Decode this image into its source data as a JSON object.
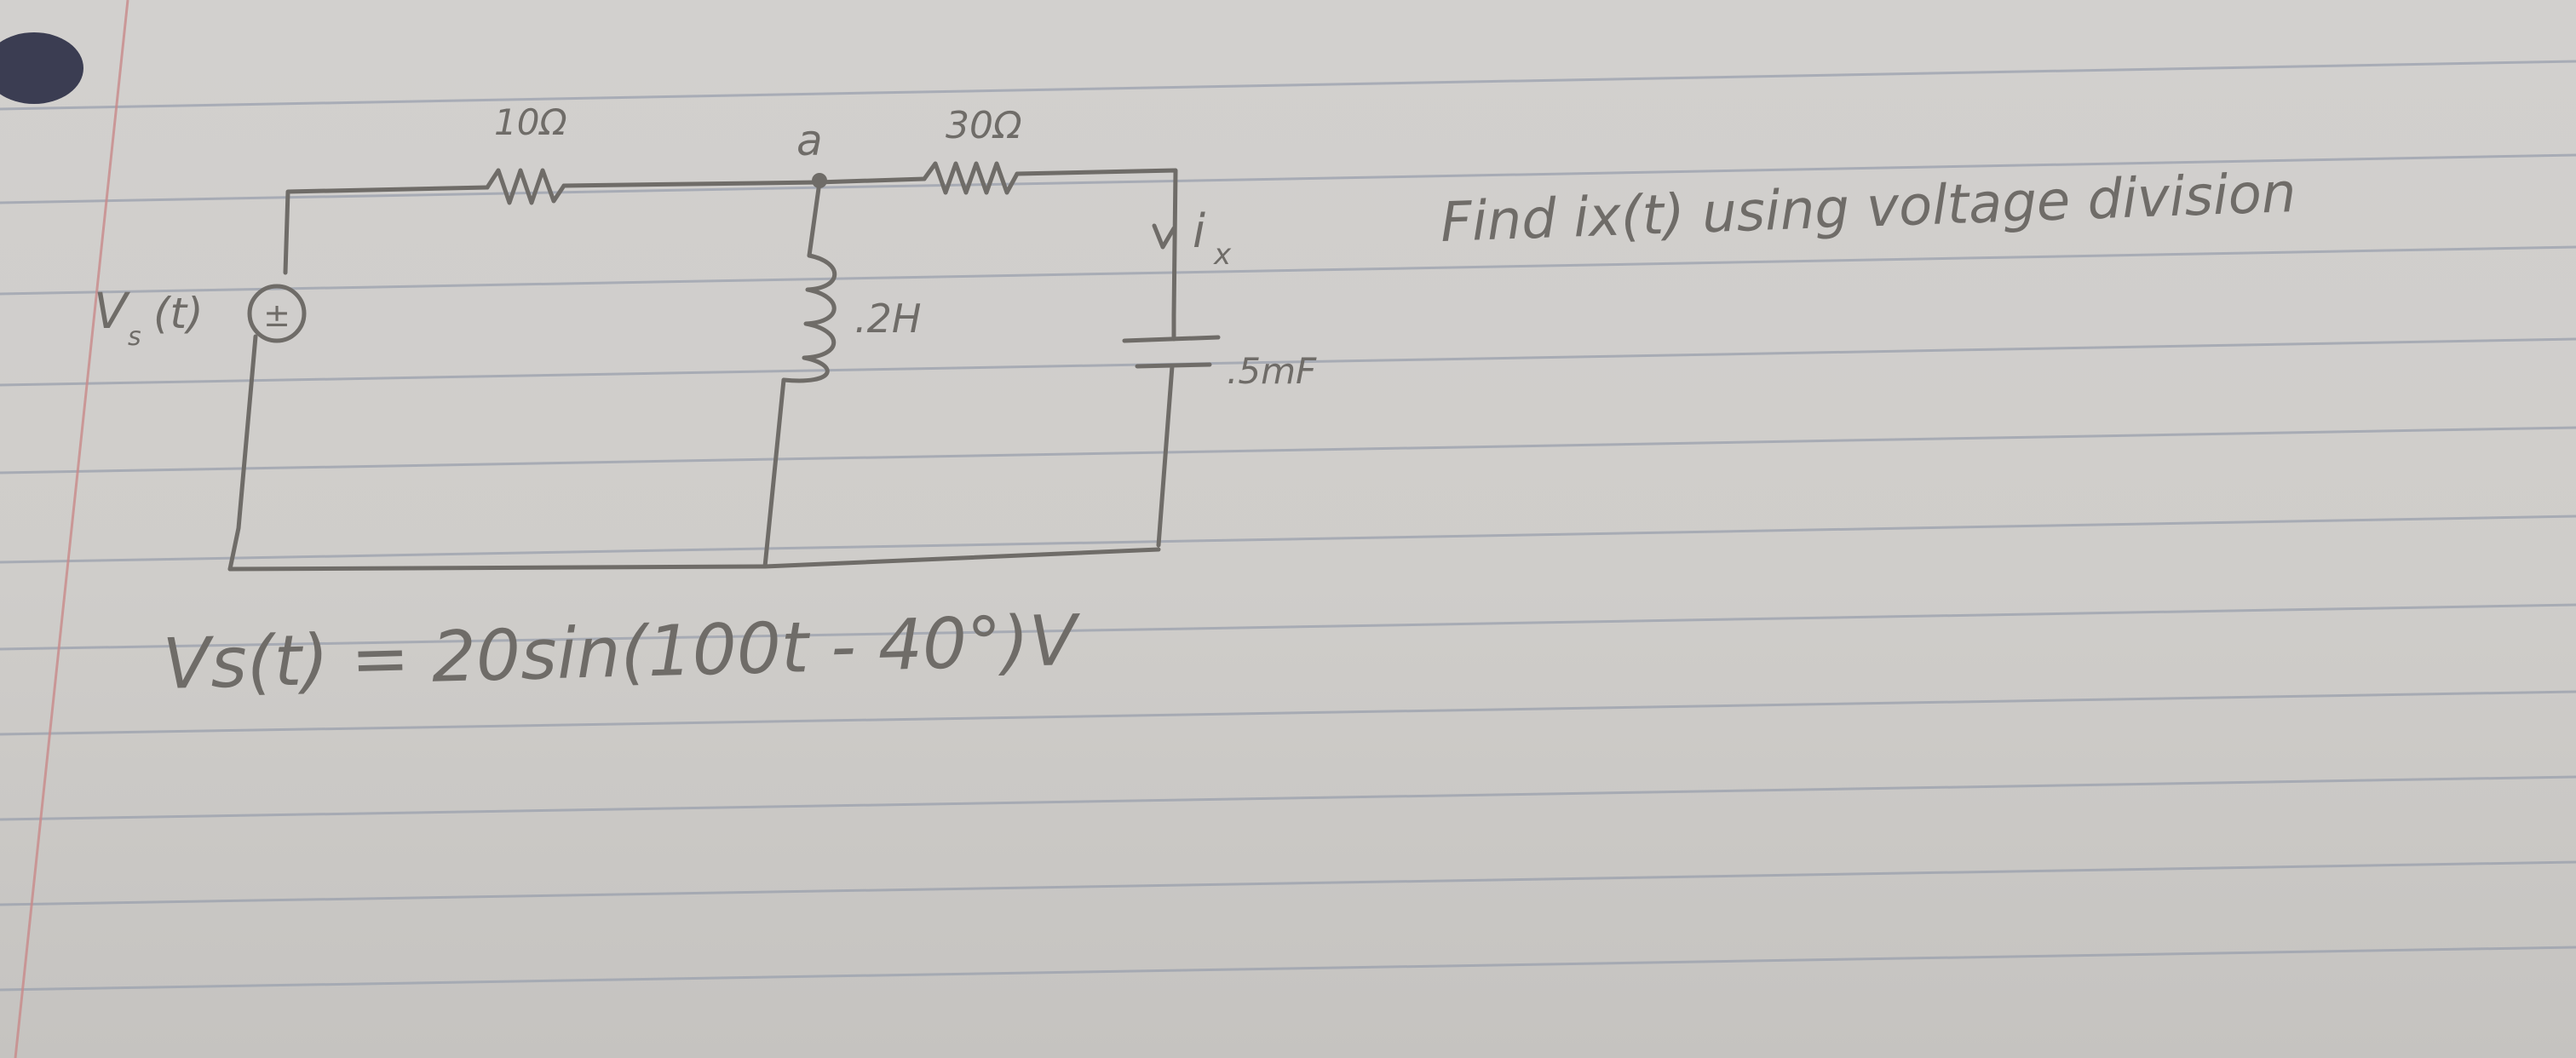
{
  "labels": {
    "r1": "10Ω",
    "node": "a",
    "r2": "30Ω",
    "current": "i",
    "current_sub": "x",
    "inductor": ".2H",
    "capacitor": ".5mF",
    "source": "V",
    "source_sub": "s",
    "source_arg": "(t)",
    "source_symbol": "±"
  },
  "prompt": "Find ix(t) using voltage division",
  "equation": "Vs(t) = 20sin(100t - 40°)V",
  "colors": {
    "pencil": "#6f6c68",
    "rule_line": "#8f96a6",
    "margin_line": "#c98a8a",
    "paper": "#d0cecb"
  }
}
